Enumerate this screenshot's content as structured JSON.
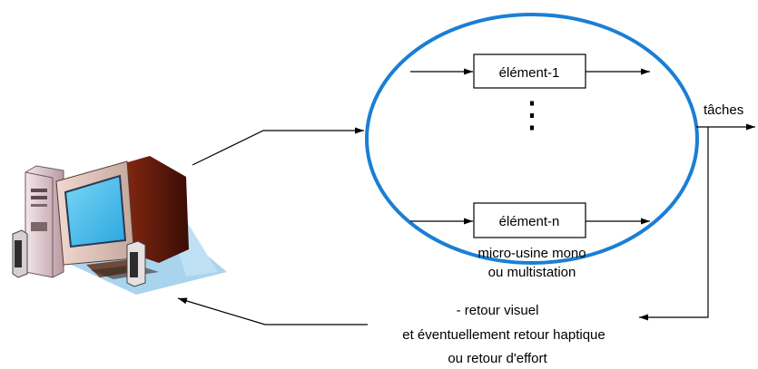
{
  "diagram": {
    "elements": {
      "first": "élément-1",
      "last": "élément-n",
      "ellipsis": "⋮"
    },
    "cell_caption": {
      "line1": "micro-usine mono",
      "line2": "ou multistation"
    },
    "output_label": "tâches",
    "feedback_caption": {
      "line1": "- retour visuel",
      "line2": "et éventuellement retour haptique",
      "line3": "ou retour d'effort"
    },
    "colors": {
      "ellipse": "#1a7fd4",
      "ink": "#000000"
    },
    "icons": {
      "computer": "desktop-computer-icon"
    }
  }
}
